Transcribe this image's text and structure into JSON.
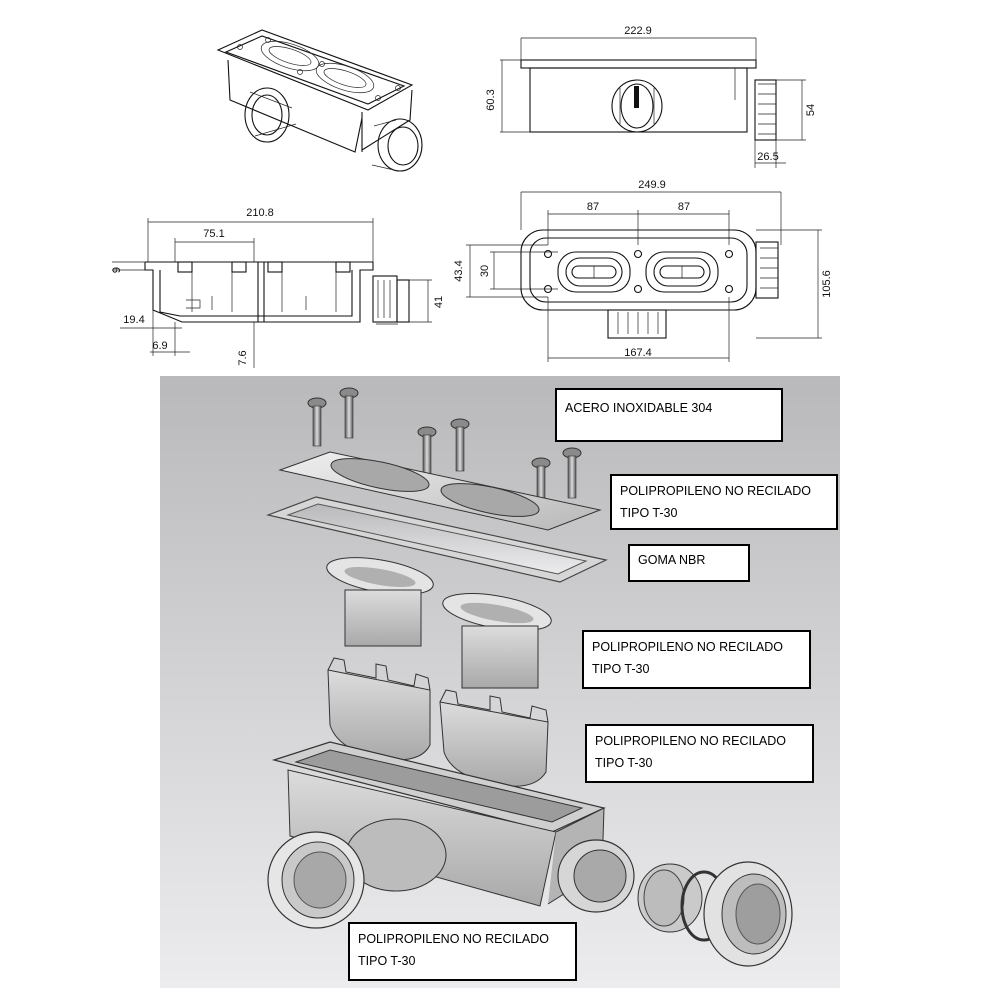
{
  "dimensions": {
    "top_width": "222.9",
    "top_height": "60.3",
    "top_side_height": "54",
    "top_side_width": "26.5",
    "plan_width": "249.9",
    "plan_left_spacing": "87",
    "plan_right_spacing": "87",
    "plan_outer_height": "43.4",
    "plan_inner_height": "30",
    "plan_total_height": "105.6",
    "plan_bottom_width": "167.4",
    "section_width": "210.8",
    "section_inner_width": "75.1",
    "section_rim": "9",
    "section_height": "41",
    "section_base": "19.4",
    "section_offset": "6.9",
    "section_wall": "7.6"
  },
  "labels": [
    {
      "lines": [
        "ACERO INOXIDABLE  304"
      ]
    },
    {
      "lines": [
        "POLIPROPILENO  NO RECILADO",
        "TIPO T-30"
      ]
    },
    {
      "lines": [
        "GOMA NBR"
      ]
    },
    {
      "lines": [
        "POLIPROPILENO  NO RECILADO",
        "TIPO T-30"
      ]
    },
    {
      "lines": [
        "POLIPROPILENO  NO RECILADO",
        "TIPO T-30"
      ]
    },
    {
      "lines": [
        "POLIPROPILENO  NO RECILADO",
        "TIPO T-30"
      ]
    }
  ]
}
